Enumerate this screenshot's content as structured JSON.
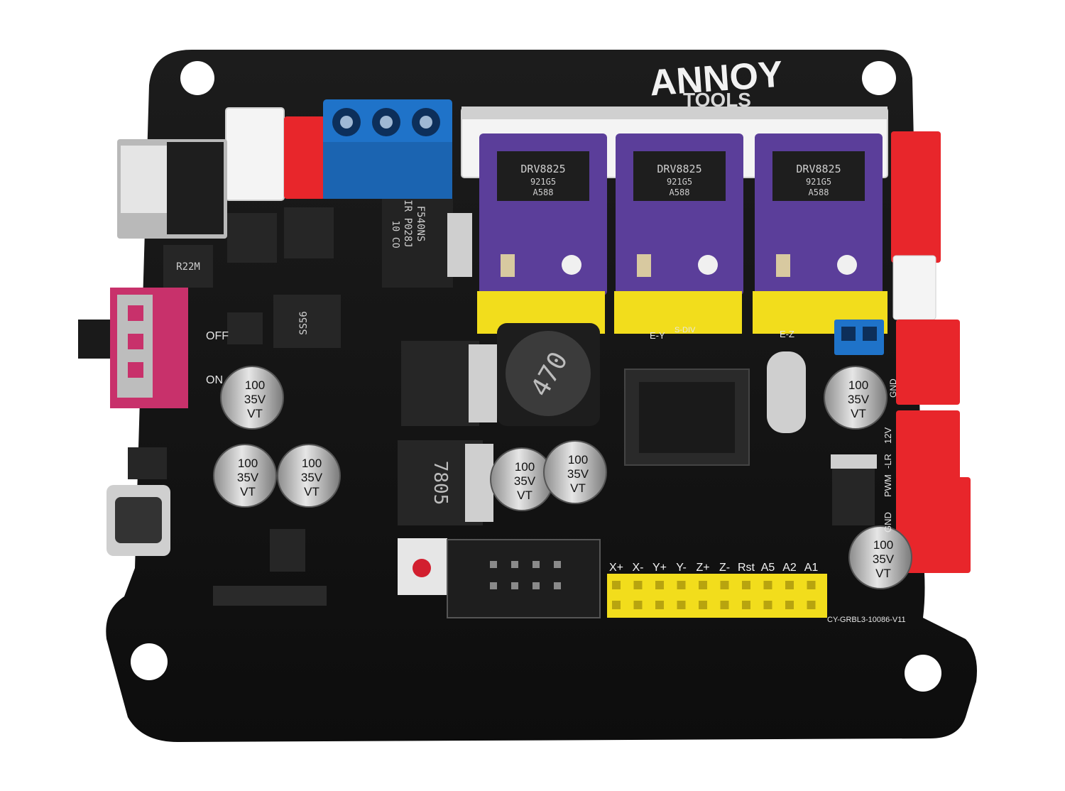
{
  "logo": {
    "line1": "ANNOY",
    "line2": "TOOLS"
  },
  "drivers": [
    {
      "chip": "DRV8825",
      "code": "921G5",
      "sub": "A588"
    },
    {
      "chip": "DRV8825",
      "code": "921G5",
      "sub": "A588"
    },
    {
      "chip": "DRV8825",
      "code": "921G5",
      "sub": "A588"
    }
  ],
  "mosfet": {
    "line1": "F540NS",
    "line2": "IR P028J",
    "line3": "10 CO"
  },
  "diode": "SS56",
  "inductor_small": "R22M",
  "inductor": "470",
  "regulator": "7805",
  "switch": {
    "off": "OFF",
    "on": "ON"
  },
  "capacitors": [
    {
      "value": "100",
      "voltage": "35V",
      "series": "VT"
    },
    {
      "value": "100",
      "voltage": "35V",
      "series": "VT"
    },
    {
      "value": "100",
      "voltage": "35V",
      "series": "VT"
    },
    {
      "value": "100",
      "voltage": "35V",
      "series": "VT"
    },
    {
      "value": "100",
      "voltage": "35V",
      "series": "VT"
    },
    {
      "value": "100",
      "voltage": "35V",
      "series": "VT"
    },
    {
      "value": "100",
      "voltage": "35V",
      "series": "VT"
    }
  ],
  "pin_labels": [
    "X+",
    "X-",
    "Y+",
    "Y-",
    "Z+",
    "Z-",
    "Rst",
    "A5",
    "A2",
    "A1"
  ],
  "silk": {
    "e_y": "E-Y",
    "e_z": "E-Z",
    "s_div": "S-DIV",
    "gnd": "GND",
    "pwm": "PWM",
    "lr": "-LR",
    "v12": "12V",
    "gnd_side": "GND",
    "model": "CY-GRBL3-10086-V11"
  },
  "colors": {
    "pcb": "#141414",
    "driver": "#5b3e9a",
    "terminal": "#1f73c9",
    "connector_red": "#e8262b",
    "header_yellow": "#f2dd1c",
    "switch_pink": "#c8316b"
  }
}
